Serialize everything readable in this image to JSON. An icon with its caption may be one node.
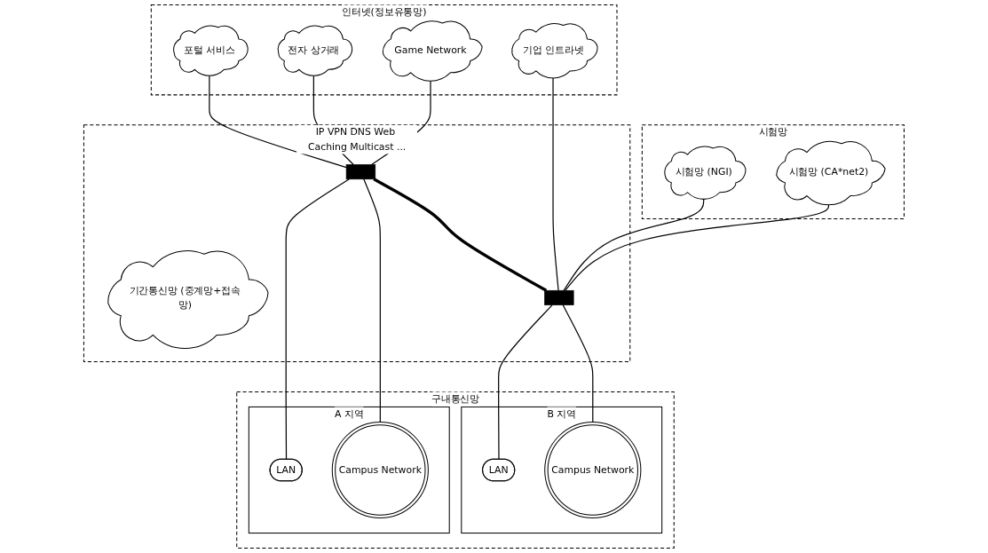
{
  "diagram": {
    "nodes": [
      {
        "text": [
          "인터넷(정보유통망)"
        ]
      },
      {
        "text": [
          "포털 서비스"
        ],
        "in": 0
      },
      {
        "text": [
          "전자 상거래"
        ],
        "in": 0
      },
      {
        "text": [
          "Game Network"
        ],
        "in": 0
      },
      {
        "text": [
          "기업 인트라넷"
        ],
        "in": 0
      },
      {
        "text": [
          "시험망"
        ]
      },
      {
        "text": [
          "시험망 (NGI)"
        ],
        "in": 5
      },
      {
        "text": [
          "시험망 (CA*net2)"
        ],
        "in": 5
      },
      {
        "text": [
          "IP VPN DNS Web Caching Multicast ..."
        ]
      },
      {
        "text": [
          "기간통신망 (중계망+접속망)"
        ],
        "in": 8
      },
      {
        "text": [],
        "shape": "box",
        "in": 8
      },
      {
        "text": [],
        "shape": "box",
        "in": 8
      },
      {
        "text": [
          "구내통신망"
        ]
      },
      {
        "text": [
          "A 지역"
        ],
        "in": 12
      },
      {
        "text": [
          "Campus Network"
        ],
        "in": 13
      },
      {
        "text": [
          "LAN"
        ],
        "in": 13
      },
      {
        "text": [
          "B 지역"
        ],
        "in": 12
      },
      {
        "text": [
          "Campus Network"
        ],
        "in": 16
      },
      {
        "text": [
          "LAN"
        ],
        "in": 16
      }
    ],
    "edges": [
      {
        "from": 1,
        "to": 10,
        "arrow": "none"
      },
      {
        "from": 2,
        "to": 10,
        "arrow": "none"
      },
      {
        "from": 3,
        "to": 10,
        "arrow": "none"
      },
      {
        "from": 4,
        "to": 11,
        "arrow": "none"
      },
      {
        "from": 6,
        "to": 11,
        "arrow": "none"
      },
      {
        "from": 7,
        "to": 11,
        "arrow": "none"
      },
      {
        "from": 10,
        "to": 11,
        "arrow": "none",
        "style": "thick"
      },
      {
        "from": 10,
        "to": 14,
        "arrow": "none"
      },
      {
        "from": 10,
        "to": 15,
        "arrow": "none"
      },
      {
        "from": 11,
        "to": 17,
        "arrow": "none"
      },
      {
        "from": 11,
        "to": 18,
        "arrow": "none"
      }
    ]
  }
}
